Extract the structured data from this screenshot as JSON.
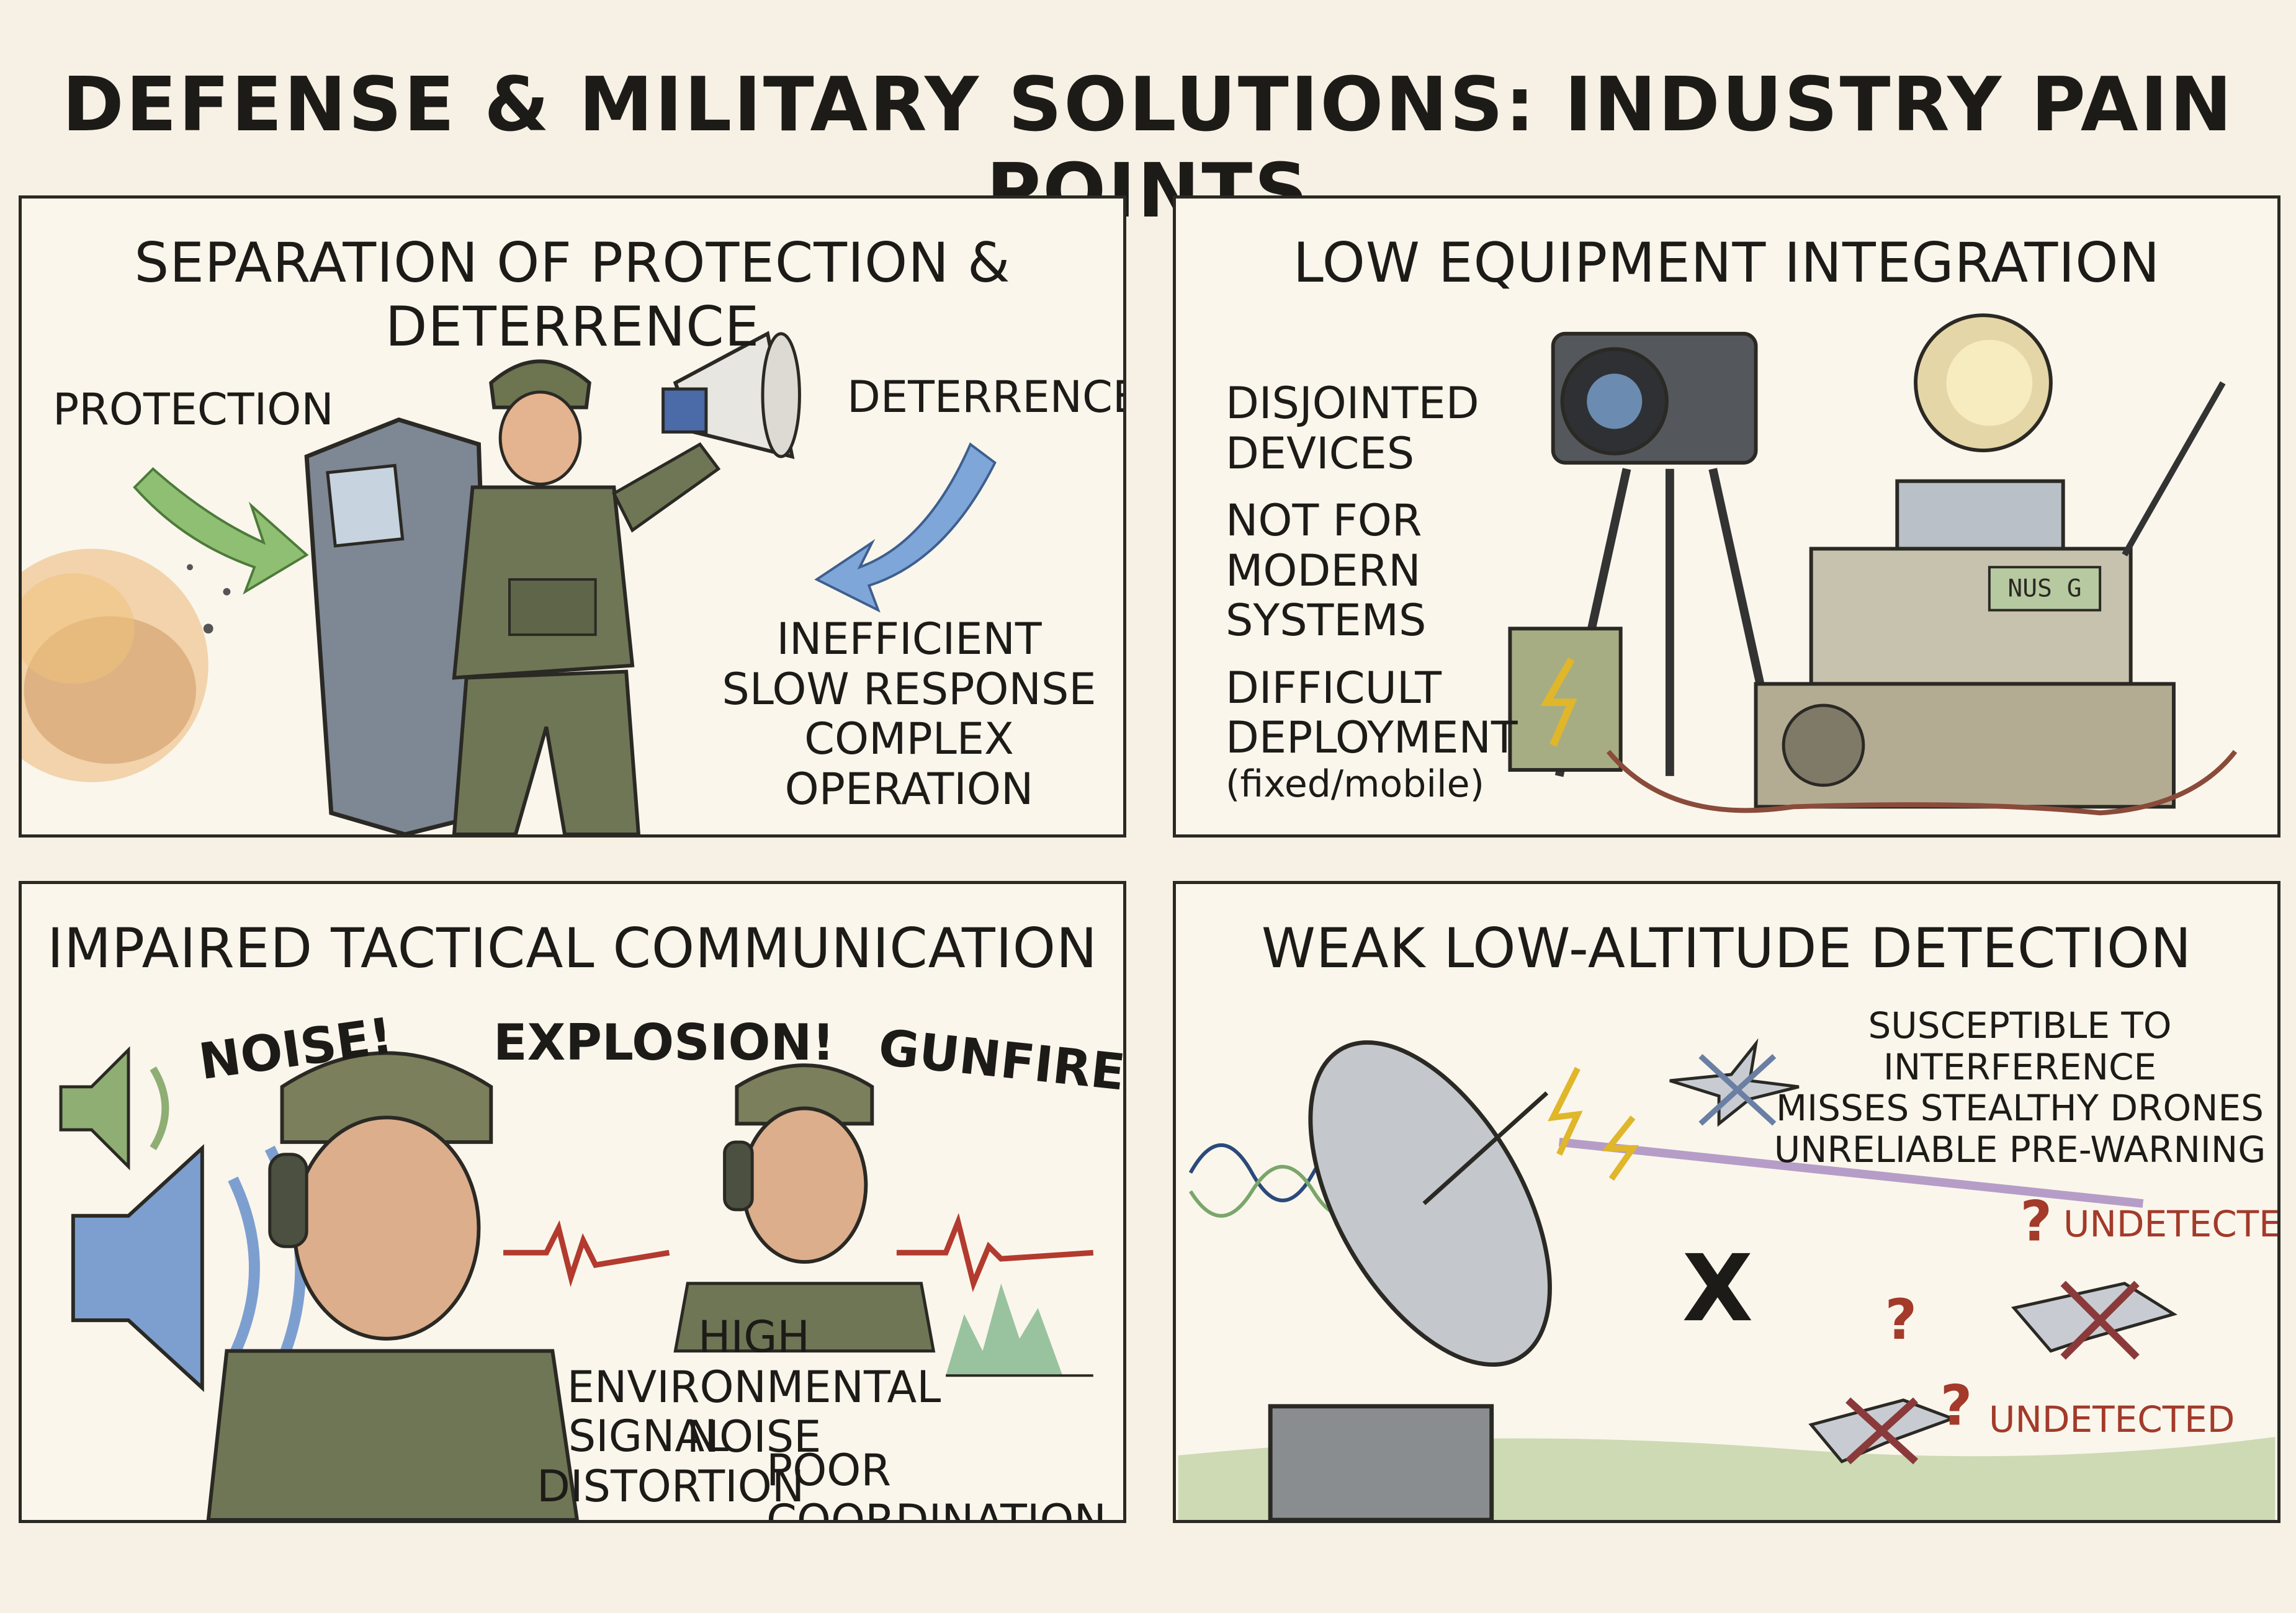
{
  "title": "DEFENSE & MILITARY SOLUTIONS: INDUSTRY PAIN POINTS",
  "panels": {
    "p1": {
      "title": "SEPARATION OF PROTECTION & DETERRENCE",
      "protection": "PROTECTION",
      "deterrence": "DETERRENCE",
      "issues": [
        "INEFFICIENT",
        "SLOW RESPONSE",
        "COMPLEX OPERATION"
      ]
    },
    "p2": {
      "title": "LOW EQUIPMENT INTEGRATION",
      "items": [
        "DISJOINTED",
        "DEVICES",
        "NOT FOR MODERN",
        "SYSTEMS",
        "DIFFICULT",
        "DEPLOYMENT",
        "(fixed/mobile)"
      ],
      "radio_display": "NUS G"
    },
    "p3": {
      "title": "IMPAIRED TACTICAL COMMUNICATION",
      "noise": "NOISE!",
      "explosion": "EXPLOSION!",
      "gunfire": "GUNFIRE!",
      "high": "HIGH",
      "env_noise": "ENVIRONMENTAL NOISE",
      "signal": "SIGNAL",
      "distortion": "DISTORTION",
      "poor": "POOR COORDINATION"
    },
    "p4": {
      "title": "WEAK LOW-ALTITUDE DETECTION",
      "issues": [
        "SUSCEPTIBLE TO INTERFERENCE",
        "MISSES STEALTHY DRONES",
        "UNRELIABLE PRE-WARNING"
      ],
      "undetected1": "UNDETECTED",
      "undetected2": "UNDETECTED"
    }
  },
  "colors": {
    "border": "#2b2924",
    "paper": "#faf6ec",
    "red_label": "#a33a2a",
    "green_arrow": "#8fbf72",
    "blue_arrow": "#7fa6d8"
  },
  "icons": [
    "shield-icon",
    "megaphone-icon",
    "camera-icon",
    "spotlight-icon",
    "radio-icon",
    "battery-icon",
    "speaker-icon",
    "headset-icon",
    "radar-dish-icon",
    "drone-icon",
    "lightning-icon"
  ]
}
